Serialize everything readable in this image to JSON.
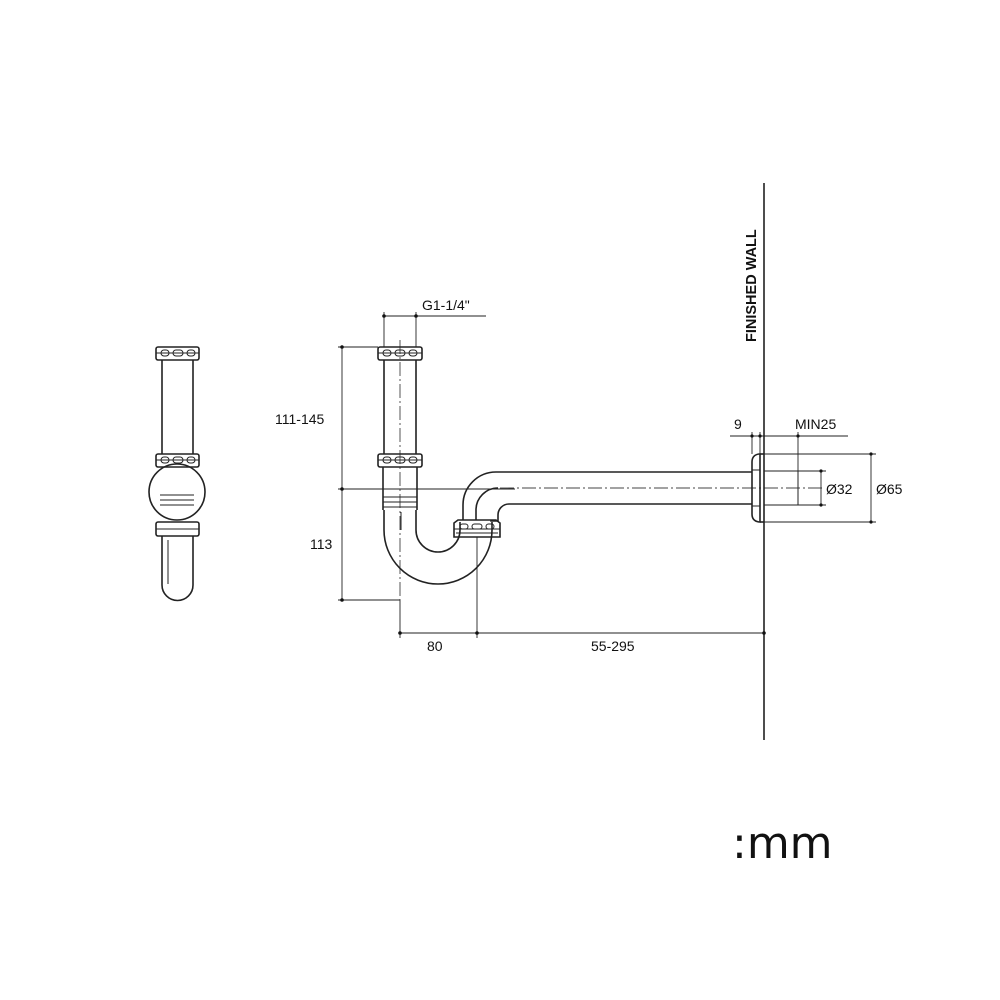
{
  "labels": {
    "wall": "FINISHED WALL",
    "thread": "G1-1/4\"",
    "tail_height": "111-145",
    "trap_height": "113",
    "trap_width": "80",
    "arm_length": "55-295",
    "flange_depth": "9",
    "insertion": "MIN25",
    "pipe_diameter": "Ø32",
    "flange_diameter": "Ø65",
    "unit": ":mm"
  }
}
